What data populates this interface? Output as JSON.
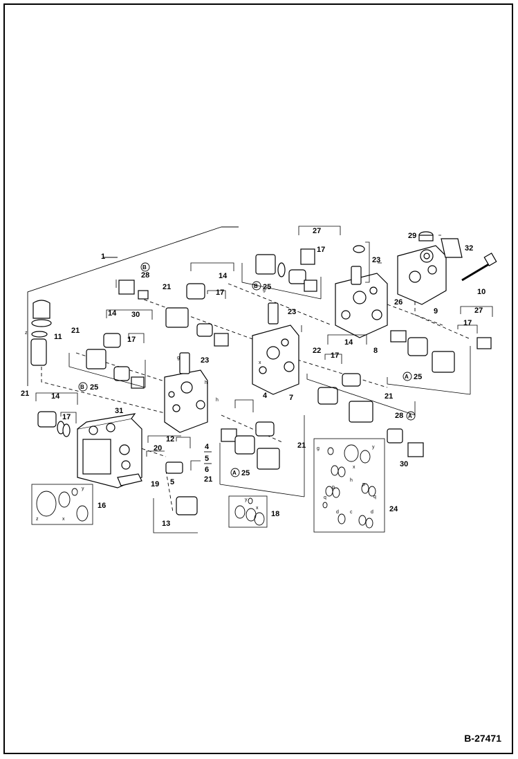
{
  "drawing_number": "B-27471",
  "callouts": {
    "c1": "1",
    "c4": "4",
    "c5": "5",
    "c6": "6",
    "c7": "7",
    "c8": "8",
    "c9": "9",
    "c10": "10",
    "c11": "11",
    "c12": "12",
    "c13": "13",
    "c14a": "14",
    "c14b": "14",
    "c14c": "14",
    "c14d": "14",
    "c16": "16",
    "c17a": "17",
    "c17b": "17",
    "c17c": "17",
    "c17d": "17",
    "c17e": "17",
    "c17f": "17",
    "c18": "18",
    "c19": "19",
    "c20": "20",
    "c21a": "21",
    "c21b": "21",
    "c21c": "21",
    "c21d": "21",
    "c21e": "21",
    "c21f": "21",
    "c22": "22",
    "c23a": "23",
    "c23b": "23",
    "c23c": "23",
    "c24": "24",
    "c25a": "25",
    "c25b": "25",
    "c25c": "25",
    "c25d": "25",
    "c26": "26",
    "c27a": "27",
    "c27b": "27",
    "c28a": "28",
    "c28b": "28",
    "c29": "29",
    "c30a": "30",
    "c30b": "30",
    "c31": "31",
    "c32": "32"
  },
  "circled": {
    "a1": "A",
    "a2": "A",
    "a3": "A",
    "b1": "B",
    "b2": "B",
    "b3": "B"
  },
  "seal_letters": {
    "x": "x",
    "y": "y",
    "z": "z",
    "p": "p",
    "q": "q",
    "c": "c",
    "d": "d",
    "g": "g",
    "h": "h"
  }
}
